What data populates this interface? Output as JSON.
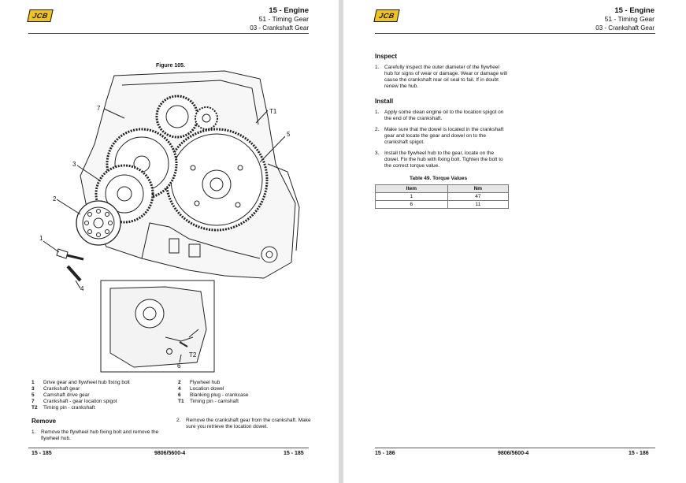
{
  "left_page": {
    "logo": "JCB",
    "header": {
      "title": "15 - Engine",
      "subtitle": "51 - Timing Gear",
      "section": "03 - Crankshaft Gear"
    },
    "figure_title": "Figure 105.",
    "callouts": [
      "7",
      "T1",
      "5",
      "3",
      "2",
      "1",
      "4",
      "T2",
      "6"
    ],
    "legend": [
      {
        "key": "1",
        "text": "Drive gear and flywheel hub fixing bolt"
      },
      {
        "key": "2",
        "text": "Flywheel hub"
      },
      {
        "key": "3",
        "text": "Crankshaft gear"
      },
      {
        "key": "4",
        "text": "Location dowel"
      },
      {
        "key": "5",
        "text": "Camshaft drive gear"
      },
      {
        "key": "6",
        "text": "Blanking plug - crankcase"
      },
      {
        "key": "7",
        "text": "Crankshaft - gear location spigot"
      },
      {
        "key": "T1",
        "text": "Timing pin - camshaft"
      },
      {
        "key": "T2",
        "text": "Timing pin - crankshaft"
      }
    ],
    "remove_heading": "Remove",
    "remove_steps": [
      {
        "num": "1.",
        "text": "Remove the flywheel hub fixing bolt and remove the flywheel hub."
      },
      {
        "num": "2.",
        "text": "Remove the crankshaft gear from the crankshaft. Make sure you retrieve the location dowel."
      }
    ],
    "footer": {
      "page_left": "15 - 185",
      "doc": "9806/5600-4",
      "page_right": "15 - 185"
    }
  },
  "right_page": {
    "logo": "JCB",
    "header": {
      "title": "15 - Engine",
      "subtitle": "51 - Timing Gear",
      "section": "03 - Crankshaft Gear"
    },
    "inspect_heading": "Inspect",
    "inspect_steps": [
      {
        "num": "1.",
        "text": "Carefully inspect the outer diameter of the flywheel hub for signs of wear or damage. Wear or damage will cause the crankshaft rear oil seal to fail. If in doubt renew the hub."
      }
    ],
    "install_heading": "Install",
    "install_steps": [
      {
        "num": "1.",
        "text": "Apply some clean engine oil to the location spigot on the end of the crankshaft."
      },
      {
        "num": "2.",
        "text": "Make sure that the dowel is located in the crankshaft gear and locate the gear and dowel on to the crankshaft spigot."
      },
      {
        "num": "3.",
        "text": "Install the flywheel hub to the gear, locate on the dowel. Fix the hub with fixing bolt. Tighten the bolt to the correct torque value."
      }
    ],
    "table_caption": "Table 49. Torque Values",
    "table_headers": [
      "Item",
      "Nm"
    ],
    "table_rows": [
      [
        "1",
        "47"
      ],
      [
        "6",
        "11"
      ]
    ],
    "footer": {
      "page_left": "15 - 186",
      "doc": "9806/5600-4",
      "page_right": "15 - 186"
    }
  }
}
